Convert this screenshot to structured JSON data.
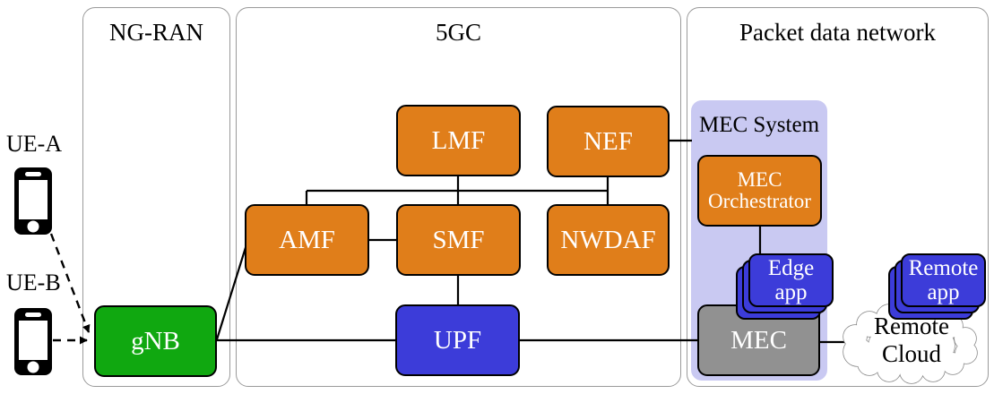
{
  "panels": {
    "ngran": {
      "title": "NG-RAN"
    },
    "fivegc": {
      "title": "5GC"
    },
    "pdn": {
      "title": "Packet data network"
    }
  },
  "ues": {
    "a": {
      "label": "UE-A"
    },
    "b": {
      "label": "UE-B"
    }
  },
  "nodes": {
    "gnb": {
      "label": "gNB",
      "color": "#10a810"
    },
    "amf": {
      "label": "AMF",
      "color": "#e07e1a"
    },
    "smf": {
      "label": "SMF",
      "color": "#e07e1a"
    },
    "nwdaf": {
      "label": "NWDAF",
      "color": "#e07e1a"
    },
    "lmf": {
      "label": "LMF",
      "color": "#e07e1a"
    },
    "nef": {
      "label": "NEF",
      "color": "#e07e1a"
    },
    "upf": {
      "label": "UPF",
      "color": "#3c3cd9"
    },
    "mec": {
      "label": "MEC",
      "color": "#919191"
    },
    "mec_orchestrator": {
      "label": "MEC\nOrchestrator",
      "color": "#e07e1a"
    },
    "edge_app": {
      "label": "Edge\napp",
      "color": "#3c3cd9"
    },
    "remote_app": {
      "label": "Remote\napp",
      "color": "#3c3cd9"
    },
    "remote_cloud": {
      "label": "Remote\nCloud",
      "color": "#ffffff"
    }
  },
  "containers": {
    "mec_system": {
      "label": "MEC System",
      "color": "#c9c9f2"
    }
  }
}
